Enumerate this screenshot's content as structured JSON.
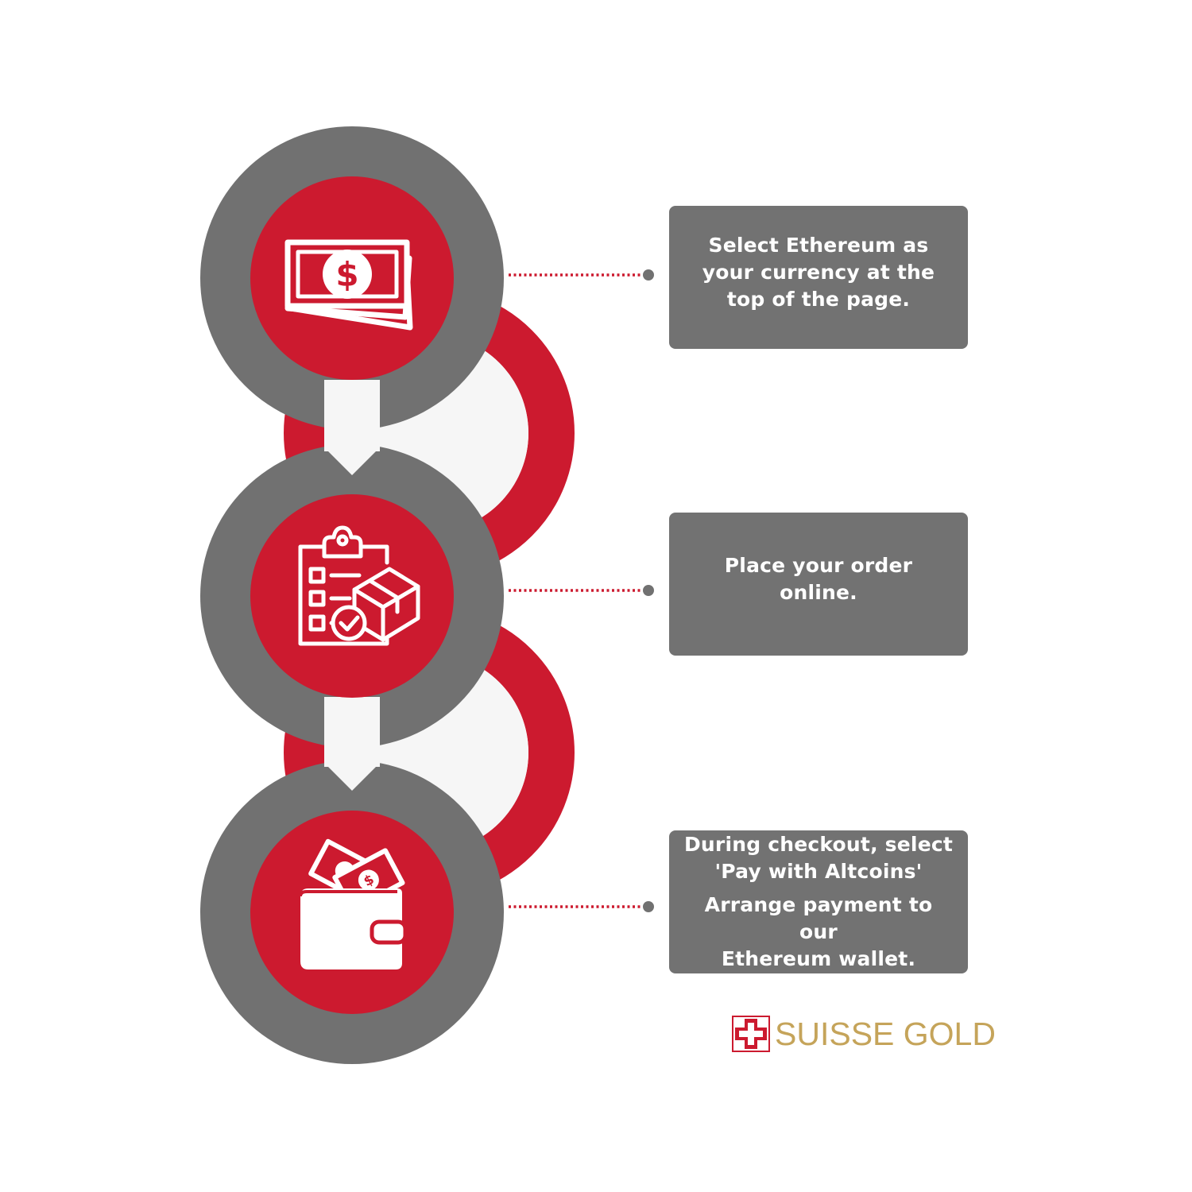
{
  "palette": {
    "red": "#cc1a2f",
    "gray": "#717171",
    "light": "#f6f6f6",
    "white": "#ffffff",
    "gold": "#c5a45a"
  },
  "steps": [
    {
      "icon": "money-bills-icon",
      "lines": [
        "Select Ethereum as",
        "your currency at the",
        "top of the page."
      ]
    },
    {
      "icon": "order-clipboard-box-icon",
      "lines": [
        "Place your order",
        "online."
      ]
    },
    {
      "icon": "wallet-cash-icon",
      "lines": [
        "During checkout, select",
        "'Pay with Altcoins'"
      ],
      "lines2": [
        "Arrange payment to our",
        "Ethereum wallet."
      ]
    }
  ],
  "brand": {
    "name": "SUISSE GOLD",
    "logo_icon": "swiss-cross-icon"
  }
}
